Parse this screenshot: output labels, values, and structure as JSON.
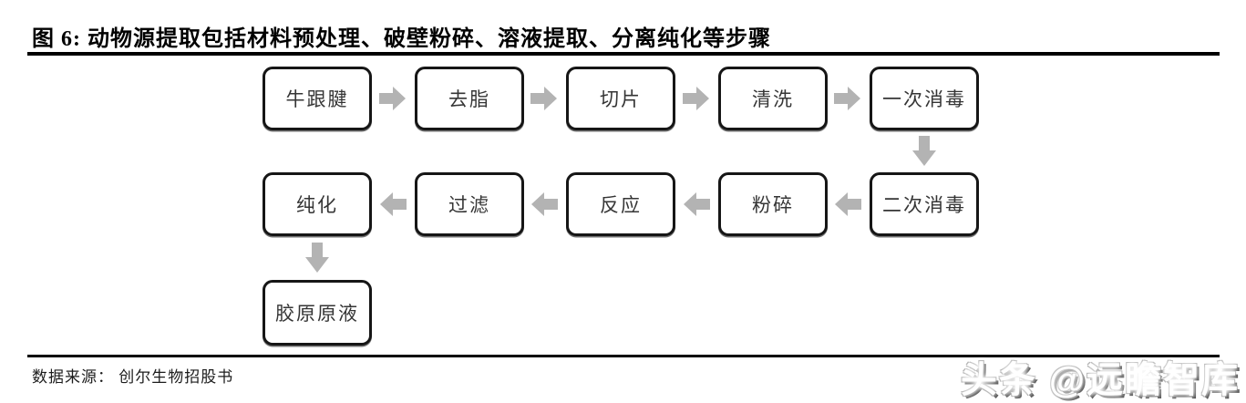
{
  "figure": {
    "title": "图 6:  动物源提取包括材料预处理、破壁粉碎、溶液提取、分离纯化等步骤",
    "source_label": "数据来源： 创尔生物招股书",
    "watermark": "头条 @远瞻智库"
  },
  "flow": {
    "row1_direction": "right",
    "row1": [
      "牛跟腱",
      "去脂",
      "切片",
      "清洗",
      "一次消毒"
    ],
    "row2_direction": "left",
    "row2": [
      "纯化",
      "过滤",
      "反应",
      "粉碎",
      "二次消毒"
    ],
    "row3": [
      "胶原原液"
    ]
  },
  "colors": {
    "arrow": "#b3b3b3",
    "box_border": "#161616",
    "box_text": "#353535",
    "rule": "#000000"
  }
}
